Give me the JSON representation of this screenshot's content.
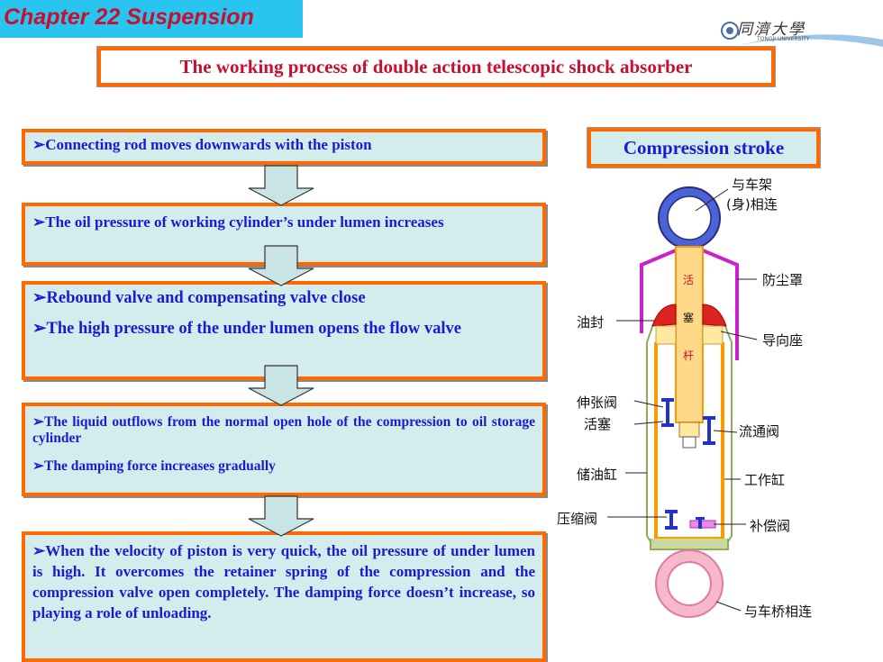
{
  "header": {
    "chapter": "Chapter 22 Suspension",
    "logo_text": "同濟大學",
    "logo_sub": "TONGJI UNIVERSITY"
  },
  "title": "The working process of double action telescopic shock absorber",
  "steps": [
    {
      "lines": [
        "➢Connecting rod  moves downwards with the piston"
      ]
    },
    {
      "lines": [
        "➢The oil pressure of working cylinder’s under lumen increases"
      ]
    },
    {
      "lines": [
        "➢Rebound valve and compensating valve close",
        "➢The high pressure of the under lumen opens the flow valve"
      ]
    },
    {
      "lines": [
        "➢The liquid outflows from the normal open hole of the compression to oil storage cylinder",
        "➢The damping force increases gradually"
      ]
    },
    {
      "lines": [
        "➢When the velocity of piston is very quick,  the oil pressure of under lumen is high. It overcomes the retainer spring of the compression and the compression valve open completely. The damping force doesn’t increase, so playing a role of unloading."
      ]
    }
  ],
  "stroke_label": "Compression stroke",
  "diagram": {
    "rod_chars": [
      "活",
      "塞",
      "杆"
    ],
    "labels": {
      "frame": "与车架",
      "frame2": "(身)相连",
      "dust_cover": "防尘罩",
      "oil_seal": "油封",
      "guide_seat": "导向座",
      "rebound_valve": "伸张阀",
      "piston": "活塞",
      "flow_valve": "流通阀",
      "storage_cylinder": "储油缸",
      "working_cylinder": "工作缸",
      "compression_valve": "压缩阀",
      "compensating_valve": "补偿阀",
      "axle": "与车桥相连"
    }
  },
  "colors": {
    "chapter_bg": "#29c4f0",
    "chapter_text": "#c8102e",
    "box_border": "#ff6a00",
    "box_bg": "#d5ecec",
    "box_text": "#1a1ad6",
    "arrow_fill": "#c8e4e4"
  }
}
